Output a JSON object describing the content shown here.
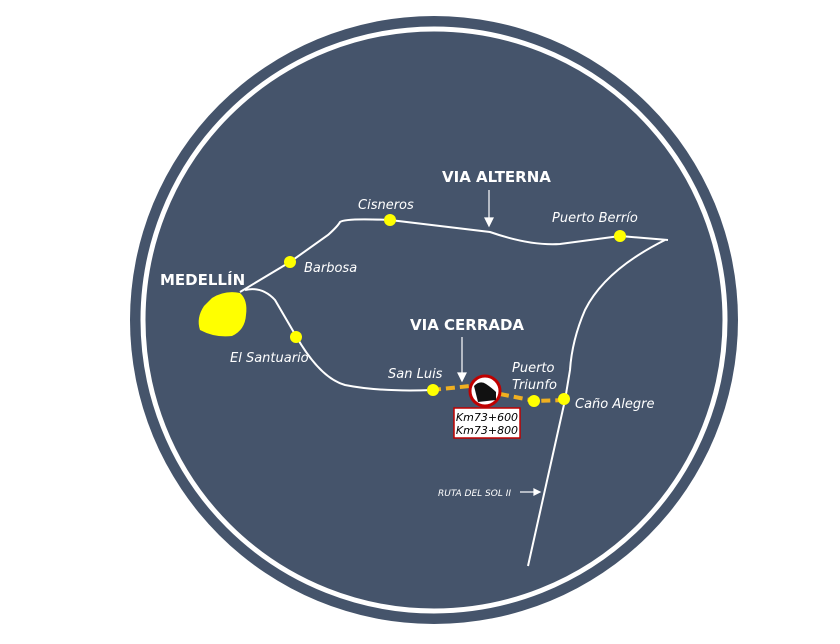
{
  "colors": {
    "background": "#45546b",
    "road": "#ffffff",
    "town": "#ffff00",
    "closed_route": "#f0b020",
    "closure_ring": "#c00000"
  },
  "labels": {
    "medellin": "MEDELLÍN",
    "via_alterna": "VIA ALTERNA",
    "via_cerrada": "VIA CERRADA",
    "ruta_del_sol": "RUTA DEL SOL II"
  },
  "towns": {
    "barbosa": "Barbosa",
    "cisneros": "Cisneros",
    "puerto_berrio": "Puerto Berrío",
    "el_santuario": "El Santuario",
    "san_luis": "San Luis",
    "puerto_triunfo_1": "Puerto",
    "puerto_triunfo_2": "Triunfo",
    "cano_alegre": "Caño Alegre"
  },
  "closure": {
    "km_start": "Km73+600",
    "km_end": "Km73+800"
  }
}
